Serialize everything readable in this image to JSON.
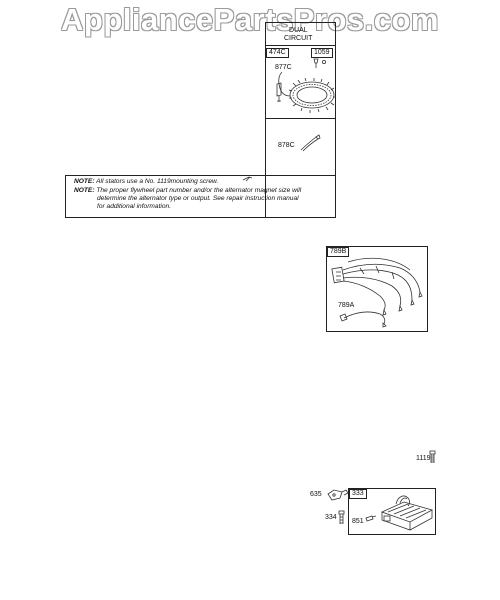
{
  "watermark": "AppliancePartsPros.com",
  "dual_circuit": {
    "line1": "DUAL",
    "line2": "CIRCUIT"
  },
  "parts": {
    "p474C": "474C",
    "p1059": "1059",
    "p877C": "877C",
    "p878C": "878C",
    "p789B": "789B",
    "p789A": "789A",
    "p1119": "1119",
    "p635": "635",
    "p333": "333",
    "p334": "334",
    "p851": "851"
  },
  "notes": {
    "note1_label": "NOTE:",
    "note1_text": "All stators use a No. 1119mounting screw.",
    "note2_label": "NOTE:",
    "note2_line1": "The proper flywheel part number and/or the alternator magnet size will",
    "note2_line2": "determine the alternator type or output. See repair instruction manual",
    "note2_line3": "for additional information."
  }
}
